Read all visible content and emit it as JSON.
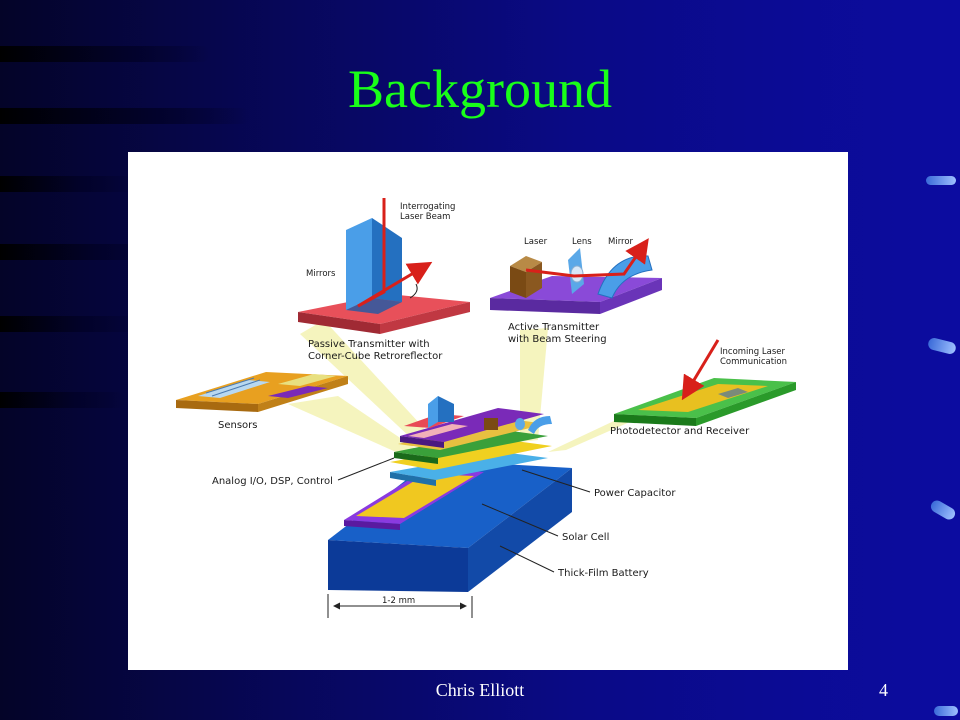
{
  "slide": {
    "title": "Background",
    "footer_author": "Chris Elliott",
    "page_number": "4"
  },
  "colors": {
    "background": "#0a0a86",
    "title": "#19ff19",
    "footer_text": "#ffffff"
  },
  "figure": {
    "labels": {
      "interrogating_laser_beam": [
        "Interrogating",
        "Laser Beam"
      ],
      "mirrors": "Mirrors",
      "laser": "Laser",
      "lens": "Lens",
      "mirror": "Mirror",
      "passive_transmitter": [
        "Passive Transmitter with",
        "Corner-Cube Retroreflector"
      ],
      "active_transmitter": [
        "Active Transmitter",
        "with Beam Steering"
      ],
      "incoming_laser": [
        "Incoming Laser",
        "Communication"
      ],
      "sensors": "Sensors",
      "photodetector": "Photodetector and Receiver",
      "analog_io": "Analog I/O, DSP, Control",
      "power_capacitor": "Power Capacitor",
      "solar_cell": "Solar Cell",
      "thick_film_battery": "Thick-Film Battery",
      "dimension": "1-2 mm"
    }
  }
}
